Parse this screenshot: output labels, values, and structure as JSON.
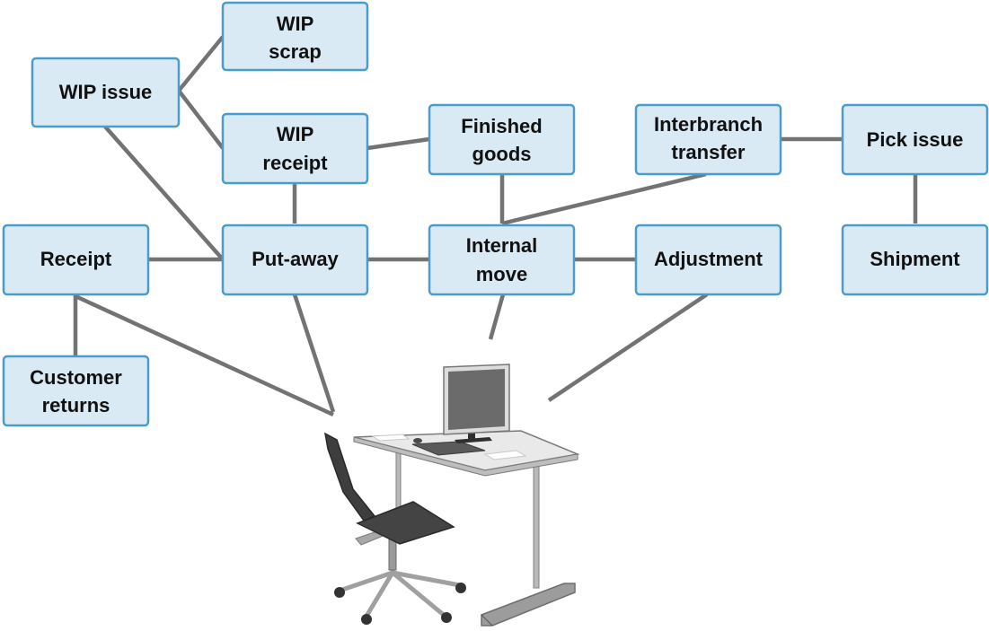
{
  "nodes": [
    {
      "id": "wip-scrap",
      "lines": [
        "WIP",
        "scrap"
      ]
    },
    {
      "id": "wip-issue",
      "lines": [
        "WIP issue"
      ]
    },
    {
      "id": "wip-receipt",
      "lines": [
        "WIP",
        "receipt"
      ]
    },
    {
      "id": "finished-goods",
      "lines": [
        "Finished",
        "goods"
      ]
    },
    {
      "id": "interbranch-transfer",
      "lines": [
        "Interbranch",
        "transfer"
      ]
    },
    {
      "id": "pick-issue",
      "lines": [
        "Pick issue"
      ]
    },
    {
      "id": "receipt",
      "lines": [
        "Receipt"
      ]
    },
    {
      "id": "put-away",
      "lines": [
        "Put-away"
      ]
    },
    {
      "id": "internal-move",
      "lines": [
        "Internal",
        "move"
      ]
    },
    {
      "id": "adjustment",
      "lines": [
        "Adjustment"
      ]
    },
    {
      "id": "shipment",
      "lines": [
        "Shipment"
      ]
    },
    {
      "id": "customer-returns",
      "lines": [
        "Customer",
        "returns"
      ]
    }
  ],
  "edges": [
    [
      "wip-issue",
      "wip-scrap"
    ],
    [
      "wip-issue",
      "wip-receipt"
    ],
    [
      "wip-issue",
      "put-away"
    ],
    [
      "wip-receipt",
      "finished-goods"
    ],
    [
      "wip-receipt",
      "put-away"
    ],
    [
      "receipt",
      "put-away"
    ],
    [
      "put-away",
      "internal-move"
    ],
    [
      "finished-goods",
      "internal-move"
    ],
    [
      "interbranch-transfer",
      "internal-move"
    ],
    [
      "internal-move",
      "adjustment"
    ],
    [
      "interbranch-transfer",
      "pick-issue"
    ],
    [
      "pick-issue",
      "shipment"
    ],
    [
      "receipt",
      "customer-returns"
    ],
    [
      "receipt",
      "workstation"
    ],
    [
      "put-away",
      "workstation"
    ],
    [
      "internal-move",
      "workstation"
    ],
    [
      "adjustment",
      "workstation"
    ]
  ],
  "workstation": {
    "icon": "computer-desk-icon"
  }
}
